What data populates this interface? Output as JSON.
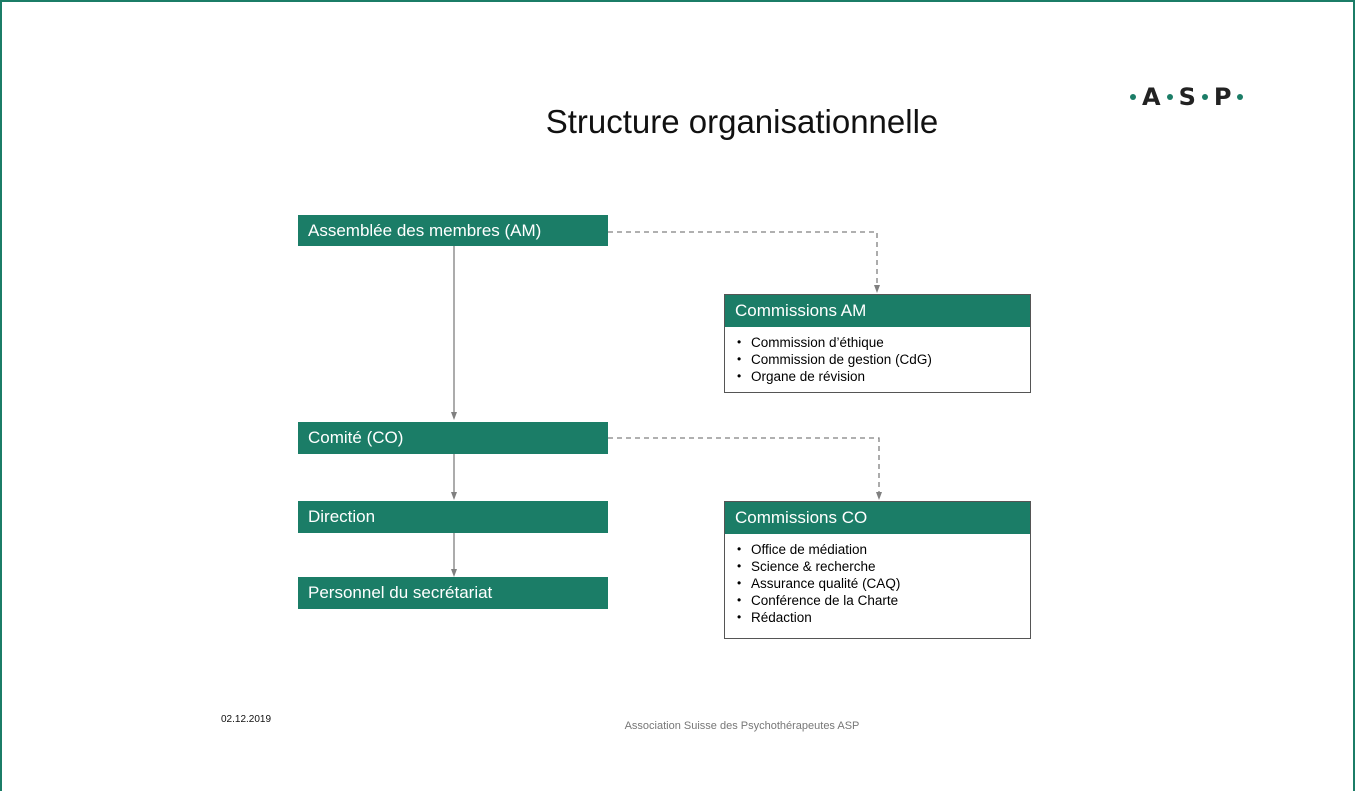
{
  "title": "Structure organisationnelle",
  "logo": {
    "letters": [
      "A",
      "S",
      "P"
    ]
  },
  "boxes": {
    "am": "Assemblée des membres (AM)",
    "co": "Comité (CO)",
    "direction": "Direction",
    "personnel": "Personnel du secrétariat"
  },
  "commissions_am": {
    "title": "Commissions AM",
    "items": [
      "Commission d’éthique",
      "Commission de gestion (CdG)",
      "Organe de révision"
    ]
  },
  "commissions_co": {
    "title": "Commissions CO",
    "items": [
      "Office de médiation",
      "Science & recherche",
      "Assurance qualité (CAQ)",
      "Conférence de la Charte",
      "Rédaction"
    ]
  },
  "footer": {
    "date": "02.12.2019",
    "organization": "Association Suisse des Psychothérapeutes ASP"
  },
  "colors": {
    "brand_green": "#1b7d67",
    "connector_gray": "#808080"
  }
}
